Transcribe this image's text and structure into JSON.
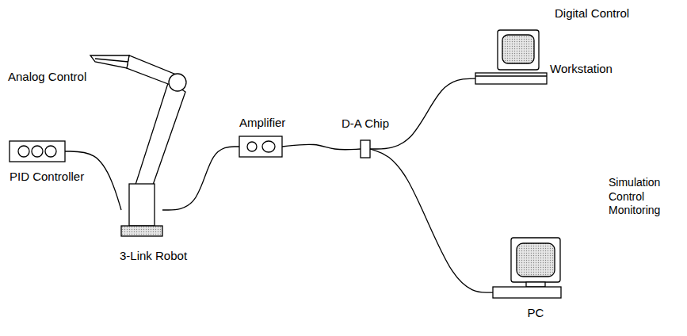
{
  "diagram": {
    "nodes": [
      {
        "text": [
          "PID Controller"
        ]
      },
      {
        "text": [
          "3-Link Robot"
        ]
      },
      {
        "text": [
          "Amplifier"
        ]
      },
      {
        "text": [
          "D-A Chip"
        ]
      },
      {
        "text": [
          "Workstation"
        ]
      },
      {
        "text": [
          "PC"
        ]
      }
    ],
    "edges": [
      {
        "from": 0,
        "to": 1,
        "arrow": "none"
      },
      {
        "from": 1,
        "to": 2,
        "arrow": "none"
      },
      {
        "from": 2,
        "to": 3,
        "arrow": "none"
      },
      {
        "from": 3,
        "to": 4,
        "arrow": "none"
      },
      {
        "from": 3,
        "to": 5,
        "arrow": "none"
      }
    ],
    "labels": [
      "Analog Control",
      "Digital Control",
      "Simulation Control Monitoring"
    ]
  }
}
